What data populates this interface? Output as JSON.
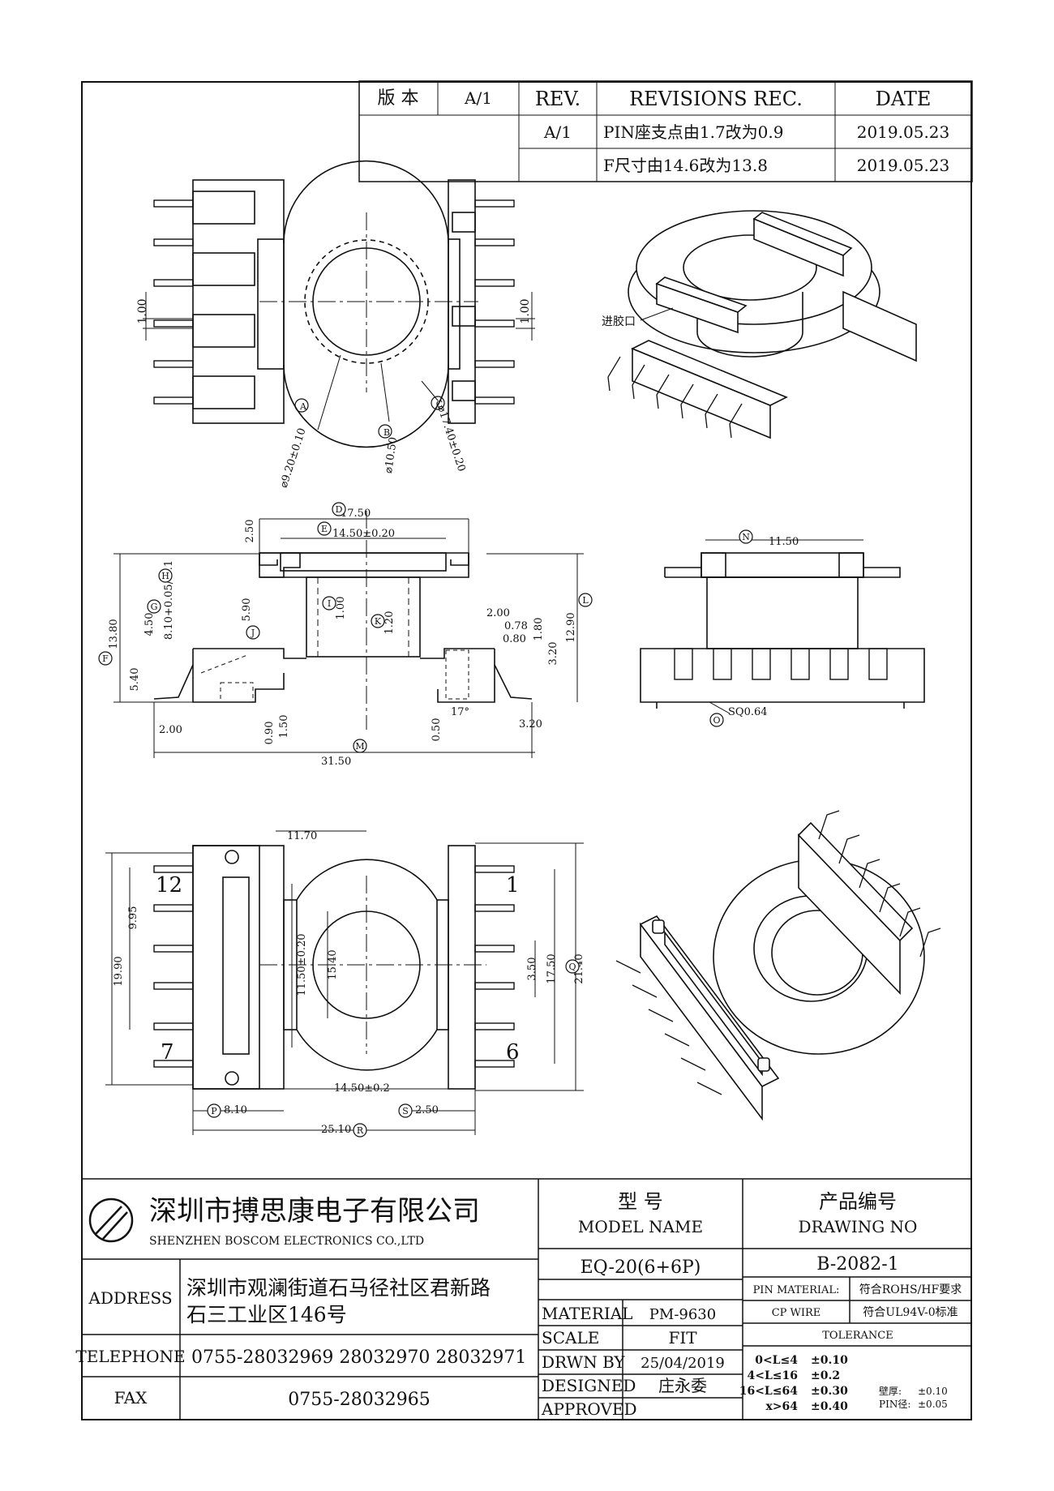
{
  "revision_table": {
    "version_label": "版 本",
    "version_value": "A/1",
    "headers": {
      "rev": "REV.",
      "revisions": "REVISIONS REC.",
      "date": "DATE"
    },
    "rows": [
      {
        "rev": "A/1",
        "desc": "PIN座支点由1.7改为0.9",
        "date": "2019.05.23"
      },
      {
        "rev": "",
        "desc": "F尺寸由14.6改为13.8",
        "date": "2019.05.23"
      }
    ]
  },
  "top_view": {
    "dim_left": "1.00",
    "dim_right": "1.00",
    "dim_a": "⌀9.20±0.10",
    "dim_b": "⌀10.50",
    "dim_c": "⌀17.40±0.20",
    "tag_a": "A",
    "tag_b": "B",
    "tag_c": "C"
  },
  "iso_view": {
    "gate_label": "进胶口"
  },
  "front_view": {
    "d_top": "17.50",
    "e_top": "14.50±0.20",
    "d250": "2.50",
    "f_height": "13.80",
    "h_height": "8.10+0.05/-0.1",
    "g_height": "4.50",
    "j_height": "5.90",
    "i_label": "1.00",
    "k_label": "1.20",
    "d540": "5.40",
    "l_height": "12.90",
    "r200": "2.00",
    "r078": "0.78",
    "r080": "0.80",
    "r180": "1.80",
    "r320v": "3.20",
    "angle": "17°",
    "r320h": "3.20",
    "b200": "2.00",
    "b090": "0.90",
    "b150": "1.50",
    "b050": "0.50",
    "m_width": "31.50",
    "tags": [
      "D",
      "E",
      "F",
      "G",
      "H",
      "I",
      "J",
      "K",
      "L",
      "M"
    ]
  },
  "side_view": {
    "n_width": "11.50",
    "pin_sq": "SQ0.64",
    "tags": [
      "N",
      "O"
    ]
  },
  "bottom_view": {
    "d1170": "11.70",
    "d995": "9.95",
    "d1990": "19.90",
    "d1150": "11.50±0.20",
    "d1540": "15.40",
    "d350": "3.50",
    "d1750": "17.50",
    "q_height": "21.40",
    "d1450": "14.50±0.2",
    "p_width": "8.10",
    "s_width": "2.50",
    "r_width": "25.10",
    "pin12": "12",
    "pin7": "7",
    "pin1": "1",
    "pin6": "6",
    "tags": [
      "P",
      "Q",
      "R",
      "S"
    ]
  },
  "title_block": {
    "company_cn": "深圳市搏思康电子有限公司",
    "company_en": "SHENZHEN BOSCOM ELECTRONICS CO.,LTD",
    "address_label": "ADDRESS",
    "address_line1": "深圳市观澜街道石马径社区君新路",
    "address_line2": "石三工业区146号",
    "telephone_label": "TELEPHONE",
    "telephone": "0755-28032969  28032970  28032971",
    "fax_label": "FAX",
    "fax": "0755-28032965",
    "model_cn": "型    号",
    "model_en": "MODEL NAME",
    "model_value": "EQ-20(6+6P)",
    "drawing_cn": "产品编号",
    "drawing_en": "DRAWING NO",
    "drawing_value": "B-2082-1",
    "material_label": "MATERIAL",
    "material_value": "PM-9630",
    "scale_label": "SCALE",
    "scale_value": "FIT",
    "drwn_label": "DRWN BY",
    "drwn_value": "25/04/2019",
    "designed_label": "DESIGNED",
    "designed_value": "庄永委",
    "approved_label": "APPROVED",
    "pin_material_label": "PIN MATERIAL:",
    "pin_material_value": "符合ROHS/HF要求",
    "cp_wire_label": "CP WIRE",
    "cp_wire_value": "符合UL94V-0标准",
    "tolerance_label": "TOLERANCE",
    "tolerance_rows": [
      {
        "range": "0<L≤4",
        "tol": "±0.10"
      },
      {
        "range": "4<L≤16",
        "tol": "±0.2"
      },
      {
        "range": "16<L≤64",
        "tol": "±0.30"
      },
      {
        "range": "x>64",
        "tol": "±0.40"
      }
    ],
    "wall_label": "壁厚:",
    "wall_value": "±0.10",
    "pin_dia_label": "PIN径:",
    "pin_dia_value": "±0.05"
  }
}
